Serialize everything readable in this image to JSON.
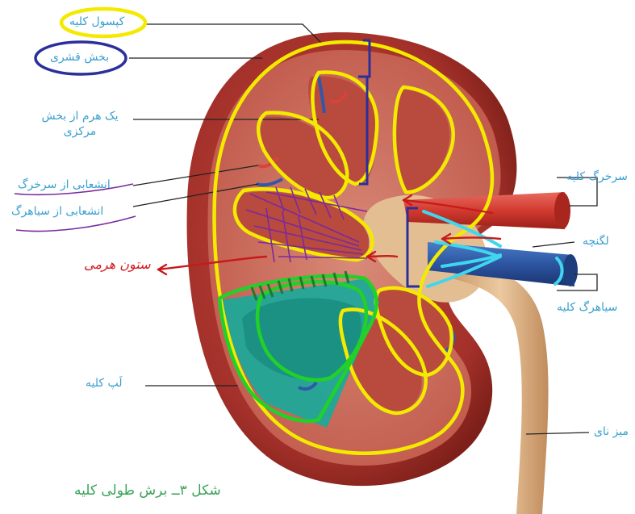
{
  "labels": {
    "capsule": "کپسول کلیه",
    "cortex": "بخش قشری",
    "pyramid_line1": "یک هرم از بخش",
    "pyramid_line2": "مرکزی",
    "artery_branch": "انشعابی از سرخرگ",
    "vein_branch": "انشعابی از سیاهرگ",
    "renal_artery": "سرخرگ کلیه",
    "pelvis": "لگنچه",
    "renal_vein": "سیاهرگ کلیه",
    "calyx": "لَپ کلیه",
    "ureter": "میز نای"
  },
  "handwriting": {
    "column_note": "ستون هرمی"
  },
  "caption": "شکل ۳ــ برش طولی کلیه",
  "colors": {
    "label_text": "#3a9fcf",
    "caption_text": "#3aa35a",
    "annotation_yellow": "#f4ea00",
    "annotation_green": "#22d02a",
    "annotation_cyan": "#3fd6ee",
    "annotation_navy": "#2a2f9a",
    "annotation_purple": "#7a2a9c",
    "annotation_red": "#c81a1a",
    "kidney_outer": "#a8322a",
    "kidney_cortex": "#c8685a",
    "pelvis_tan": "#e0b98c",
    "lobe_teal": "#1aa99a",
    "artery_red": "#d8433a",
    "vein_blue": "#2f59a8"
  }
}
